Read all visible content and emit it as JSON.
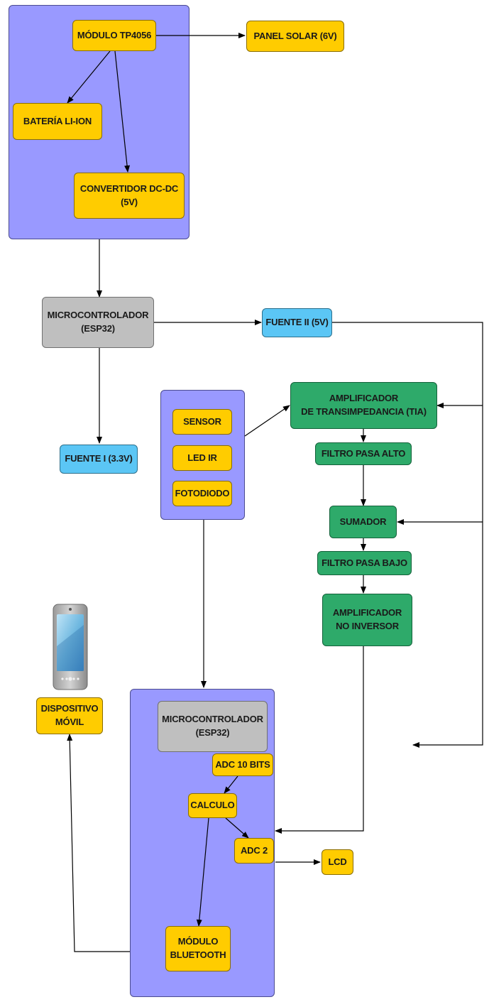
{
  "nodes": {
    "tp4056": "MÓDULO TP4056",
    "panel_solar": "PANEL SOLAR (6V)",
    "bateria": "BATERÍA LI-ION",
    "convertidor": "CONVERTIDOR DC-DC\n(5V)",
    "micro_top": "MICROCONTROLADOR\n(ESP32)",
    "fuente_ii": "FUENTE II (5V)",
    "fuente_i": "FUENTE I (3.3V)",
    "sensor": "SENSOR",
    "led_ir": "LED IR",
    "fotodiodo": "FOTODIODO",
    "tia": "AMPLIFICADOR\nDE TRANSIMPEDANCIA (TIA)",
    "filtro_alto": "FILTRO PASA ALTO",
    "sumador": "SUMADOR",
    "filtro_bajo": "FILTRO PASA BAJO",
    "no_inversor": "AMPLIFICADOR\nNO INVERSOR",
    "micro_bottom": "MICROCONTROLADOR\n(ESP32)",
    "dispositivo": "DISPOSITIVO\nMÓVIL",
    "adc10": "ADC 10 BITS",
    "calculo": "CALCULO",
    "adc2": "ADC 2",
    "lcd": "LCD",
    "bluetooth": "MÓDULO\nBLUETOOTH"
  },
  "colors": {
    "group_fill": "#9999ff",
    "yellow": "#ffcc00",
    "gray": "#bfbfbf",
    "blue": "#5bc6f5",
    "green": "#2eaa6a"
  },
  "icons": {
    "phone": "smartphone-icon"
  }
}
